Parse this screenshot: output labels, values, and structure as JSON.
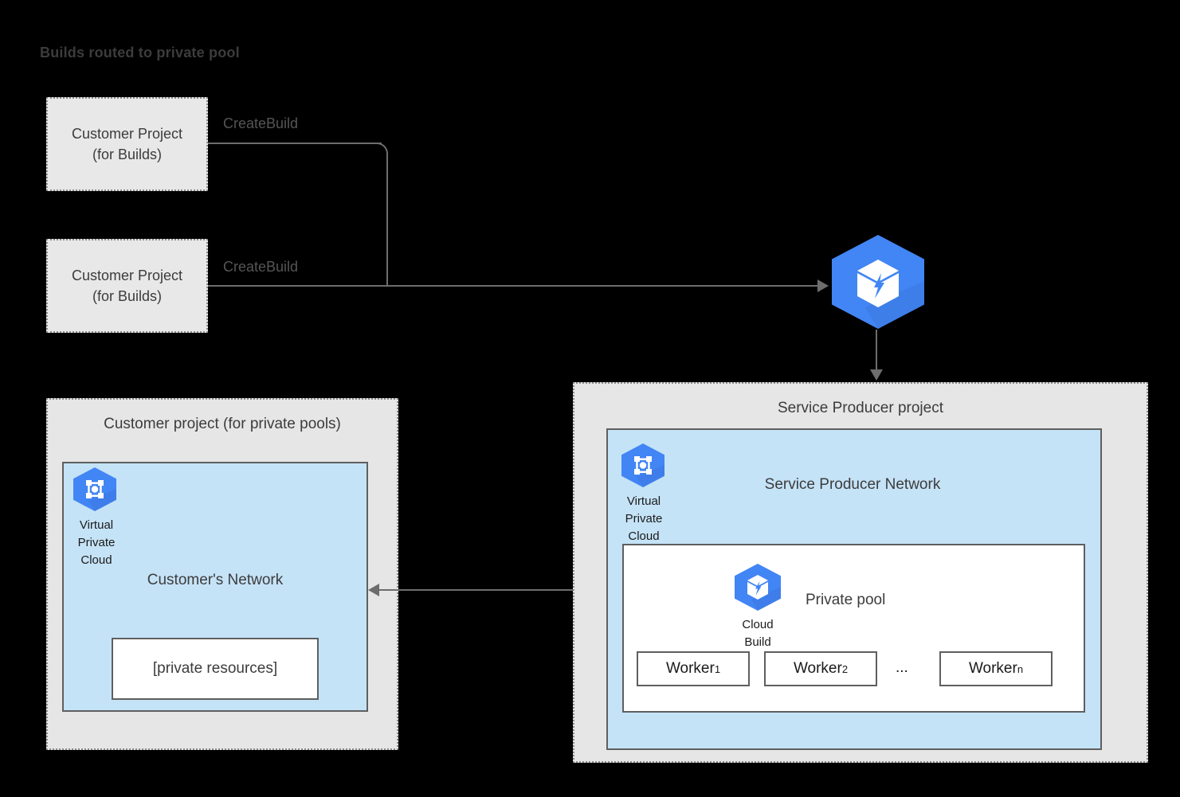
{
  "title": "Builds routed to private pool",
  "colors": {
    "background": "#000000",
    "project_fill": "#e6e6e6",
    "network_fill": "#c5e3f7",
    "box_fill": "#ffffff",
    "google_blue": "#4285f4",
    "line": "#6d6d6d",
    "border": "#5f5f5f",
    "text": "#3c3c3c"
  },
  "customer_build_projects": [
    {
      "label_line1": "Customer Project",
      "label_line2": "(for Builds)",
      "edge_label": "CreateBuild"
    },
    {
      "label_line1": "Customer Project",
      "label_line2": "(for Builds)",
      "edge_label": "CreateBuild"
    }
  ],
  "cloud_build_service": {
    "icon": "cloud-build-icon"
  },
  "customer_project": {
    "title": "Customer project (for private pools)",
    "network": {
      "label": "Customer's Network",
      "vpc": {
        "icon": "virtual-private-cloud-icon",
        "caption_line1": "Virtual",
        "caption_line2": "Private",
        "caption_line3": "Cloud"
      },
      "resource_box": "[private resources]"
    }
  },
  "service_producer_project": {
    "title": "Service Producer project",
    "network": {
      "label": "Service Producer Network",
      "vpc": {
        "icon": "virtual-private-cloud-icon",
        "caption_line1": "Virtual",
        "caption_line2": "Private",
        "caption_line3": "Cloud"
      },
      "private_pool": {
        "label": "Private pool",
        "cloud_build": {
          "icon": "cloud-build-icon",
          "caption_line1": "Cloud",
          "caption_line2": "Build"
        },
        "workers": [
          {
            "name": "Worker",
            "subscript": "1"
          },
          {
            "name": "Worker",
            "subscript": "2"
          },
          {
            "name": "Worker",
            "subscript": "n"
          }
        ],
        "ellipsis": "..."
      }
    }
  }
}
